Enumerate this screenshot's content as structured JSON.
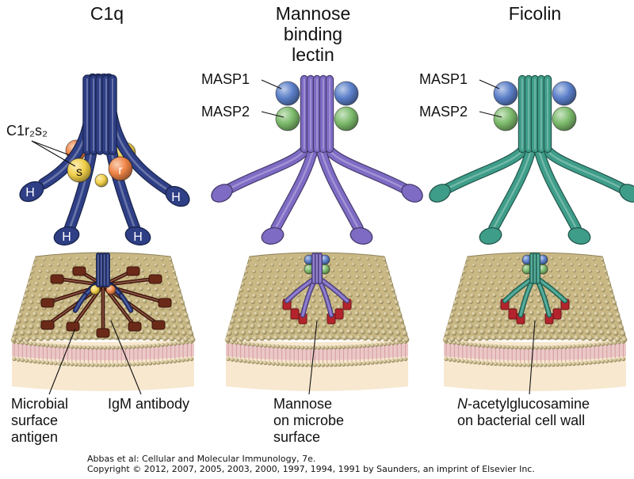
{
  "panels": {
    "c1q": {
      "title": "C1q",
      "complex_label": "C1r₂s₂",
      "subunit_s": "s",
      "subunit_r": "r",
      "head_label": "H",
      "captions": [
        "Microbial surface antigen",
        "IgM antibody"
      ]
    },
    "mbl": {
      "title_lines": [
        "Mannose",
        "binding",
        "lectin"
      ],
      "masp1": "MASP1",
      "masp2": "MASP2",
      "caption_lines": [
        "Mannose",
        "on microbe",
        "surface"
      ]
    },
    "ficolin": {
      "title": "Ficolin",
      "masp1": "MASP1",
      "masp2": "MASP2",
      "caption_prefix": "N",
      "caption_rest": "-acetylglucosamine",
      "caption_line2": "on bacterial cell wall"
    }
  },
  "credits": {
    "line1": "Abbas et al: Cellular and Molecular Immunology, 7e.",
    "line2": "Copyright © 2012, 2007, 2005, 2003, 2000, 1997, 1994, 1991 by Saunders, an imprint of Elsevier Inc."
  },
  "colors": {
    "c1q": "#2e3f86",
    "mbl": "#7e6bc4",
    "ficolin": "#3e9d89",
    "masp1": "#5b7fc9",
    "masp2": "#7dbb6c",
    "s_subunit": "#f2d04a",
    "r_subunit": "#ef8446",
    "membrane_top": "#c9b884",
    "membrane_pink": "#ebc8c8",
    "membrane_base": "#f7e8cf",
    "antibody": "#6b2a18",
    "mannose": "#b3242c"
  }
}
